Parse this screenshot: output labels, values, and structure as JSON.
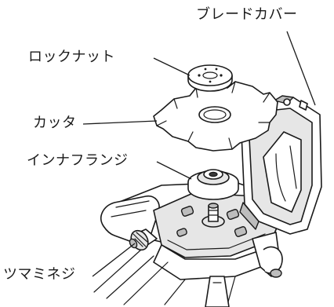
{
  "labels": {
    "blade_cover": "ブレードカバー",
    "lock_nut": "ロックナット",
    "cutter": "カッタ",
    "inner_flange": "インナフランジ",
    "adjust_screw": "ツマミネジ"
  }
}
